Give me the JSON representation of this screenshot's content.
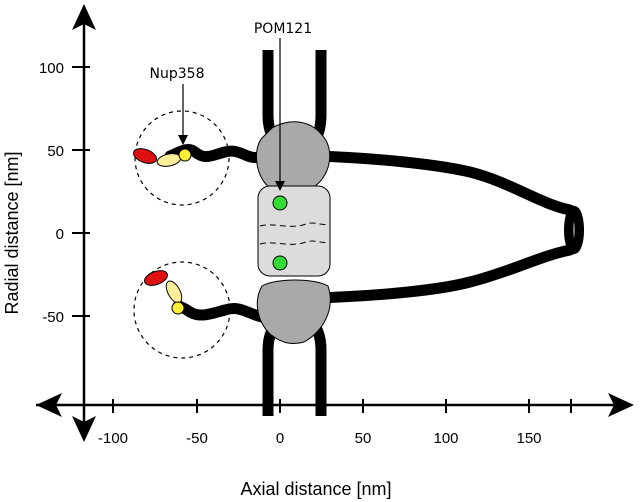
{
  "axes": {
    "x_label": "Axial distance [nm]",
    "y_label": "Radial distance [nm]",
    "x_ticks": [
      "-100",
      "-50",
      "0",
      "50",
      "100",
      "150"
    ],
    "y_ticks": [
      "100",
      "50",
      "0",
      "-50"
    ]
  },
  "annotations": {
    "pom121": "POM121",
    "nup358": "Nup358"
  },
  "colors": {
    "strand": "#000000",
    "spoke_ring": "#a9a9a9",
    "membrane_module": "#dcdcdc",
    "pom121_marker": "#33dd33",
    "nup358_red": "#dd1111",
    "nup358_yellow": "#ffee33",
    "nup358_pale": "#ffee99"
  }
}
